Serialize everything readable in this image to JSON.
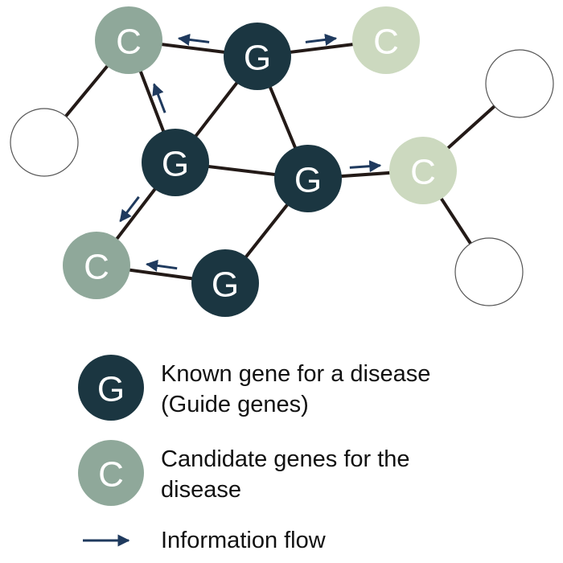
{
  "colors": {
    "guide": "#1b3641",
    "candidate_dark": "#8fa89a",
    "candidate_light": "#ccd9bf",
    "edge": "#231a17",
    "arrow": "#1f3a5e",
    "unknown_stroke": "#555555"
  },
  "nodes": [
    {
      "id": "c1",
      "type": "candidate_dark",
      "label": "C"
    },
    {
      "id": "g1",
      "type": "guide",
      "label": "G"
    },
    {
      "id": "c2",
      "type": "candidate_light",
      "label": "C"
    },
    {
      "id": "u1",
      "type": "unknown",
      "label": ""
    },
    {
      "id": "u2",
      "type": "unknown",
      "label": ""
    },
    {
      "id": "g2",
      "type": "guide",
      "label": "G"
    },
    {
      "id": "g3",
      "type": "guide",
      "label": "G"
    },
    {
      "id": "c3",
      "type": "candidate_light",
      "label": "C"
    },
    {
      "id": "c4",
      "type": "candidate_dark",
      "label": "C"
    },
    {
      "id": "g4",
      "type": "guide",
      "label": "G"
    },
    {
      "id": "u3",
      "type": "unknown",
      "label": ""
    }
  ],
  "edges": [
    [
      "c1",
      "g1"
    ],
    [
      "g1",
      "c2"
    ],
    [
      "c1",
      "u1"
    ],
    [
      "c1",
      "g2"
    ],
    [
      "g1",
      "g2"
    ],
    [
      "g1",
      "g3"
    ],
    [
      "g2",
      "g3"
    ],
    [
      "g3",
      "c3"
    ],
    [
      "c3",
      "u2"
    ],
    [
      "c3",
      "u3"
    ],
    [
      "g2",
      "c4"
    ],
    [
      "c4",
      "g4"
    ],
    [
      "g3",
      "g4"
    ]
  ],
  "flows": [
    {
      "from": "g1",
      "to": "c1"
    },
    {
      "from": "g1",
      "to": "c2"
    },
    {
      "from": "g2",
      "to": "c1"
    },
    {
      "from": "g3",
      "to": "c3"
    },
    {
      "from": "g2",
      "to": "c4"
    },
    {
      "from": "g4",
      "to": "c4"
    }
  ],
  "legend": {
    "guide_symbol": "G",
    "guide_text_line1": "Known gene for a disease",
    "guide_text_line2": "(Guide genes)",
    "candidate_symbol": "C",
    "candidate_text_line1": "Candidate genes for the",
    "candidate_text_line2": "disease",
    "flow_text": "Information flow"
  }
}
